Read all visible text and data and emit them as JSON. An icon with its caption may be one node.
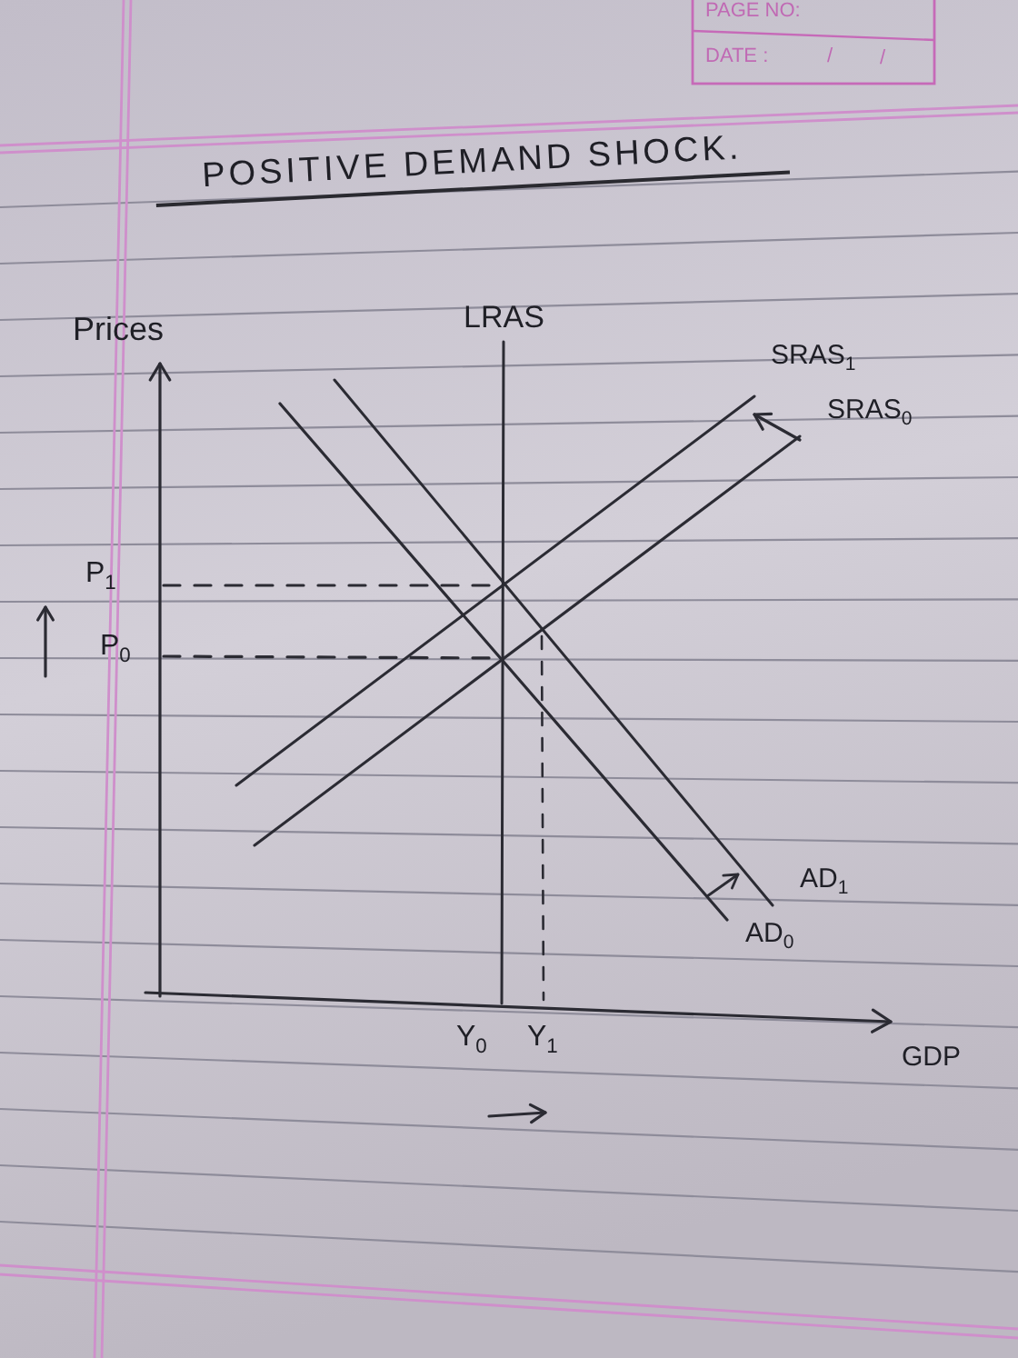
{
  "diagram": {
    "title": "POSITIVE DEMAND SHOCK.",
    "labels": [
      "PAGE NO:",
      "DATE :",
      "/",
      "/",
      "Prices",
      "LRAS",
      "SRAS$_{1}$",
      "SRAS$_{0}$",
      "P$_{1}$",
      "P$_{0}$",
      "AD$_{1}$",
      "AD$_{0}$",
      "Y$_{0}$",
      "Y$_{1}$",
      "GDP"
    ]
  }
}
